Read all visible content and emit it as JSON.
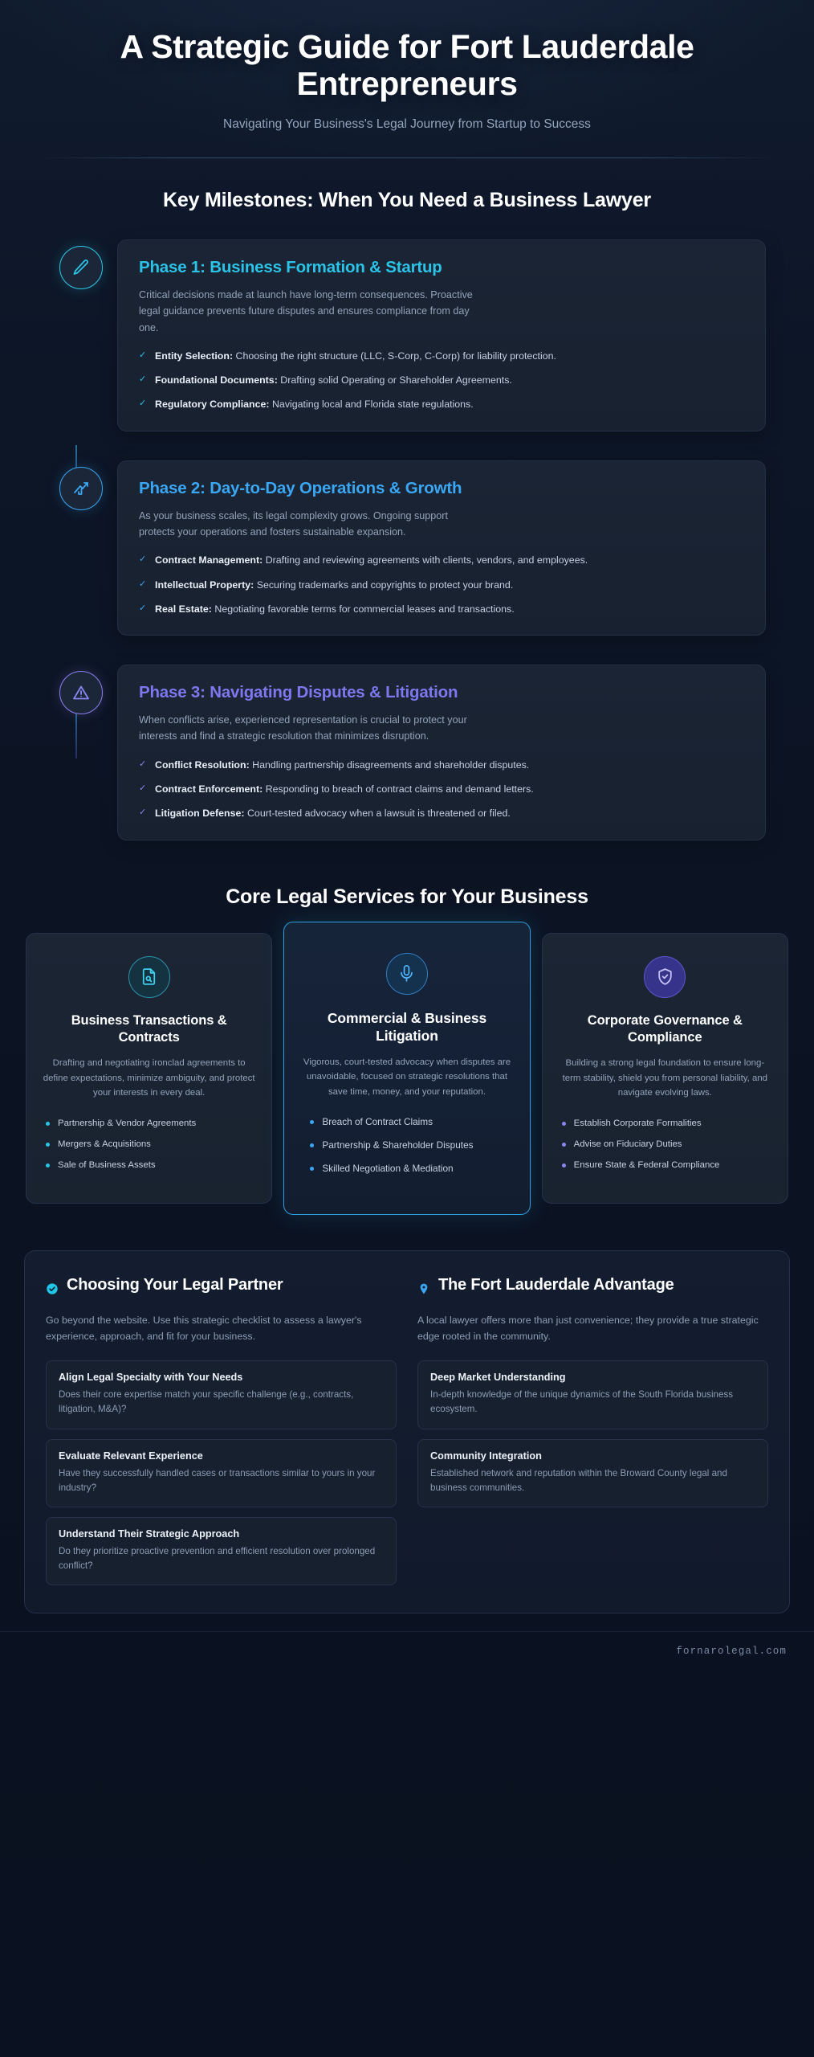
{
  "header": {
    "title": "A Strategic Guide for Fort Lauderdale Entrepreneurs",
    "subtitle": "Navigating Your Business's Legal Journey from Startup to Success"
  },
  "milestones": {
    "section_title": "Key Milestones: When You Need a Business Lawyer",
    "phases": [
      {
        "icon": "pencil-icon",
        "accent": "#2bc4e8",
        "title": "Phase 1: Business Formation & Startup",
        "desc": "Critical decisions made at launch have long-term consequences. Proactive legal guidance prevents future disputes and ensures compliance from day one.",
        "items": [
          {
            "label": "Entity Selection:",
            "text": "Choosing the right structure (LLC, S-Corp, C-Corp) for liability protection."
          },
          {
            "label": "Foundational Documents:",
            "text": "Drafting solid Operating or Shareholder Agreements."
          },
          {
            "label": "Regulatory Compliance:",
            "text": "Navigating local and Florida state regulations."
          }
        ]
      },
      {
        "icon": "trending-up-icon",
        "accent": "#3aa7f5",
        "title": "Phase 2: Day-to-Day Operations & Growth",
        "desc": "As your business scales, its legal complexity grows. Ongoing support protects your operations and fosters sustainable expansion.",
        "items": [
          {
            "label": "Contract Management:",
            "text": "Drafting and reviewing agreements with clients, vendors, and employees."
          },
          {
            "label": "Intellectual Property:",
            "text": "Securing trademarks and copyrights to protect your brand."
          },
          {
            "label": "Real Estate:",
            "text": "Negotiating favorable terms for commercial leases and transactions."
          }
        ]
      },
      {
        "icon": "alert-triangle-icon",
        "accent": "#7e78f0",
        "title": "Phase 3: Navigating Disputes & Litigation",
        "desc": "When conflicts arise, experienced representation is crucial to protect your interests and find a strategic resolution that minimizes disruption.",
        "items": [
          {
            "label": "Conflict Resolution:",
            "text": "Handling partnership disagreements and shareholder disputes."
          },
          {
            "label": "Contract Enforcement:",
            "text": "Responding to breach of contract claims and demand letters."
          },
          {
            "label": "Litigation Defense:",
            "text": "Court-tested advocacy when a lawsuit is threatened or filed."
          }
        ]
      }
    ]
  },
  "services": {
    "section_title": "Core Legal Services for Your Business",
    "cards": [
      {
        "icon": "document-search-icon",
        "accent": "#2bc4e8",
        "title": "Business Transactions & Contracts",
        "desc": "Drafting and negotiating ironclad agreements to define expectations, minimize ambiguity, and protect your interests in every deal.",
        "items": [
          "Partnership & Vendor Agreements",
          "Mergers & Acquisitions",
          "Sale of Business Assets"
        ]
      },
      {
        "icon": "microphone-icon",
        "accent": "#3aa7f5",
        "title": "Commercial & Business Litigation",
        "desc": "Vigorous, court-tested advocacy when disputes are unavoidable, focused on strategic resolutions that save time, money, and your reputation.",
        "items": [
          "Breach of Contract Claims",
          "Partnership & Shareholder Disputes",
          "Skilled Negotiation & Mediation"
        ]
      },
      {
        "icon": "shield-check-icon",
        "accent": "#8b85f2",
        "title": "Corporate Governance & Compliance",
        "desc": "Building a strong legal foundation to ensure long-term stability, shield you from personal liability, and navigate evolving laws.",
        "items": [
          "Establish Corporate Formalities",
          "Advise on Fiduciary Duties",
          "Ensure State & Federal Compliance"
        ]
      }
    ]
  },
  "bottom": {
    "columns": [
      {
        "icon": "check-circle-icon",
        "accent": "#22c6e8",
        "title": "Choosing Your Legal Partner",
        "desc": "Go beyond the website. Use this strategic checklist to assess a lawyer's experience, approach, and fit for your business.",
        "items": [
          {
            "title": "Align Legal Specialty with Your Needs",
            "text": "Does their core expertise match your specific challenge (e.g., contracts, litigation, M&A)?"
          },
          {
            "title": "Evaluate Relevant Experience",
            "text": "Have they successfully handled cases or transactions similar to yours in your industry?"
          },
          {
            "title": "Understand Their Strategic Approach",
            "text": "Do they prioritize proactive prevention and efficient resolution over prolonged conflict?"
          }
        ]
      },
      {
        "icon": "map-pin-icon",
        "accent": "#3aa7f5",
        "title": "The Fort Lauderdale Advantage",
        "desc": "A local lawyer offers more than just convenience; they provide a true strategic edge rooted in the community.",
        "items": [
          {
            "title": "Deep Market Understanding",
            "text": "In-depth knowledge of the unique dynamics of the South Florida business ecosystem."
          },
          {
            "title": "Community Integration",
            "text": "Established network and reputation within the Broward County legal and business communities."
          }
        ]
      }
    ]
  },
  "footer": {
    "text": "fornarolegal.com"
  }
}
